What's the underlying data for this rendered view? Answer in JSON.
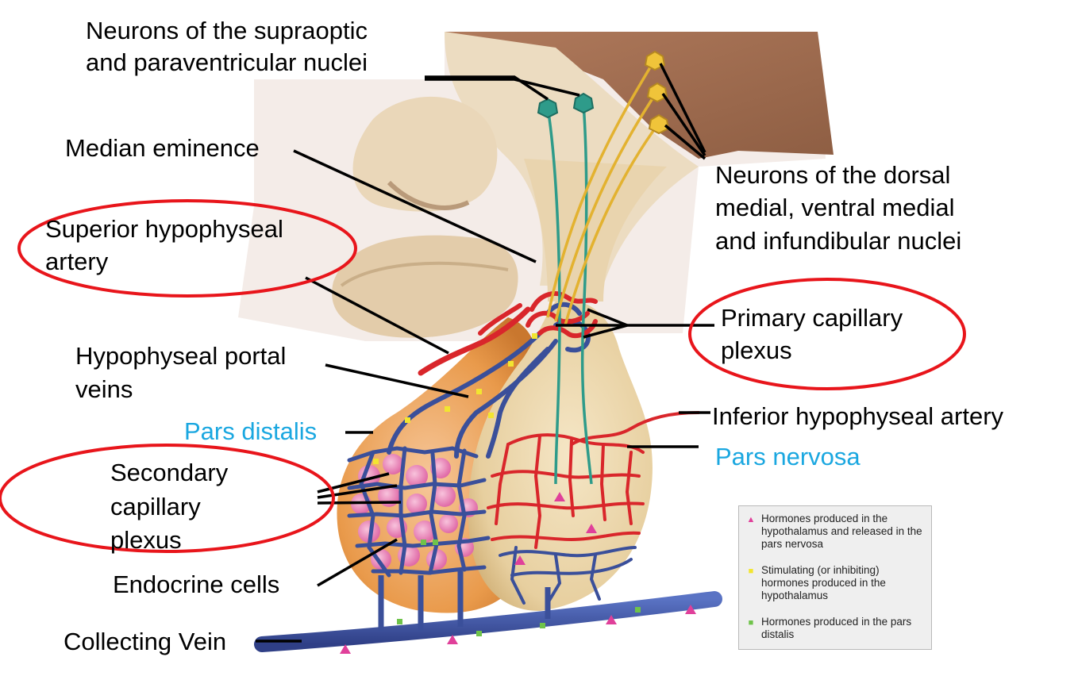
{
  "labels": {
    "supraoptic_line1": "Neurons of the supraoptic",
    "supraoptic_line2": "and paraventricular nuclei",
    "median_eminence": "Median eminence",
    "superior_artery_line1": "Superior hypophyseal",
    "superior_artery_line2": "artery",
    "portal_veins_line1": "Hypophyseal portal",
    "portal_veins_line2": "veins",
    "pars_distalis": "Pars distalis",
    "secondary_line1": "Secondary",
    "secondary_line2": "capillary",
    "secondary_line3": "plexus",
    "endocrine_cells": "Endocrine cells",
    "collecting_vein": "Collecting Vein",
    "dorsal_line1": "Neurons of the dorsal",
    "dorsal_line2": "medial, ventral medial",
    "dorsal_line3": "and infundibular nuclei",
    "primary_line1": "Primary capillary",
    "primary_line2": "plexus",
    "inferior_artery": "Inferior hypophyseal artery",
    "pars_nervosa": "Pars nervosa"
  },
  "legend": {
    "items": [
      {
        "marker": "▲",
        "color": "#e0409a",
        "text": "Hormones produced in the hypothalamus and released in the pars nervosa"
      },
      {
        "marker": "■",
        "color": "#f2e530",
        "text": "Stimulating (or inhibiting) hormones produced in the hypothalamus"
      },
      {
        "marker": "■",
        "color": "#6fc34a",
        "text": "Hormones produced in the pars distalis"
      }
    ]
  },
  "colors": {
    "label_blue": "#1aa7e0",
    "highlight_ellipse": "#e8151b",
    "artery_red": "#d9262b",
    "vein_blue": "#3a4f9a",
    "pars_distalis_orange": "#e99a4b",
    "pars_nervosa_beige": "#ead3a5",
    "hypothalamus_brown": "#a87456",
    "neuron_teal": "#2e9b8a",
    "neuron_gold": "#e3b230"
  }
}
